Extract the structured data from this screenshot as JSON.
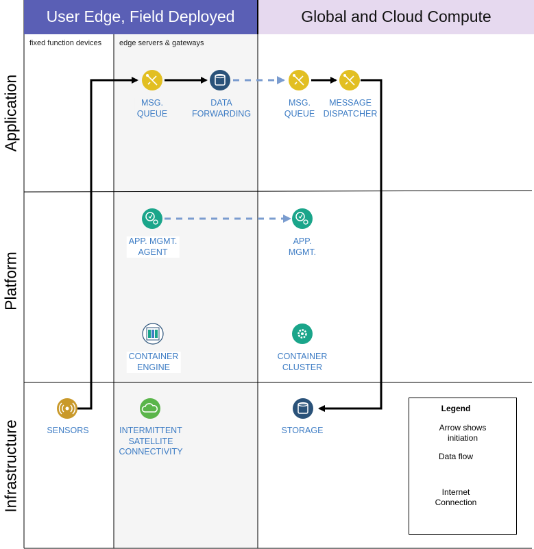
{
  "columns": {
    "edge_header": "User Edge, Field Deployed",
    "cloud_header": "Global and Cloud Compute",
    "fixed_sub": "fixed function devices",
    "edge_sub": "edge servers & gateways"
  },
  "rows": {
    "application": "Application",
    "platform": "Platform",
    "infrastructure": "Infrastructure"
  },
  "nodes": {
    "msg_queue_edge": [
      "MSG.",
      "QUEUE"
    ],
    "data_forwarding": [
      "DATA",
      "FORWARDING"
    ],
    "msg_queue_cloud": [
      "MSG.",
      "QUEUE"
    ],
    "message_dispatcher": [
      "MESSAGE",
      "DISPATCHER"
    ],
    "app_mgmt_agent": [
      "APP. MGMT.",
      "AGENT"
    ],
    "app_mgmt": [
      "APP.",
      "MGMT."
    ],
    "container_engine": [
      "CONTAINER",
      "ENGINE"
    ],
    "container_cluster": [
      "CONTAINER",
      "CLUSTER"
    ],
    "sensors": [
      "SENSORS"
    ],
    "satellite": [
      "INTERMITTENT",
      "SATELLITE",
      "CONNECTIVITY"
    ],
    "storage": [
      "STORAGE"
    ]
  },
  "legend": {
    "title": "Legend",
    "note": [
      "Arrow shows",
      "initiation"
    ],
    "data_flow": "Data flow",
    "internet": [
      "Internet",
      "Connection"
    ]
  },
  "colors": {
    "edge_header_bg": "#5a5fb5",
    "cloud_header_bg": "#e6d9ef",
    "edge_column_bg": "#f5f5f5",
    "label_blue": "#3d7cc4",
    "yellow_icon": "#e2bf22",
    "teal_icon": "#1aa58a",
    "navy_icon": "#2a5279",
    "green_icon": "#5ab54a",
    "gold_icon": "#c9992a",
    "dashed_arrow": "#7a9ccf"
  }
}
